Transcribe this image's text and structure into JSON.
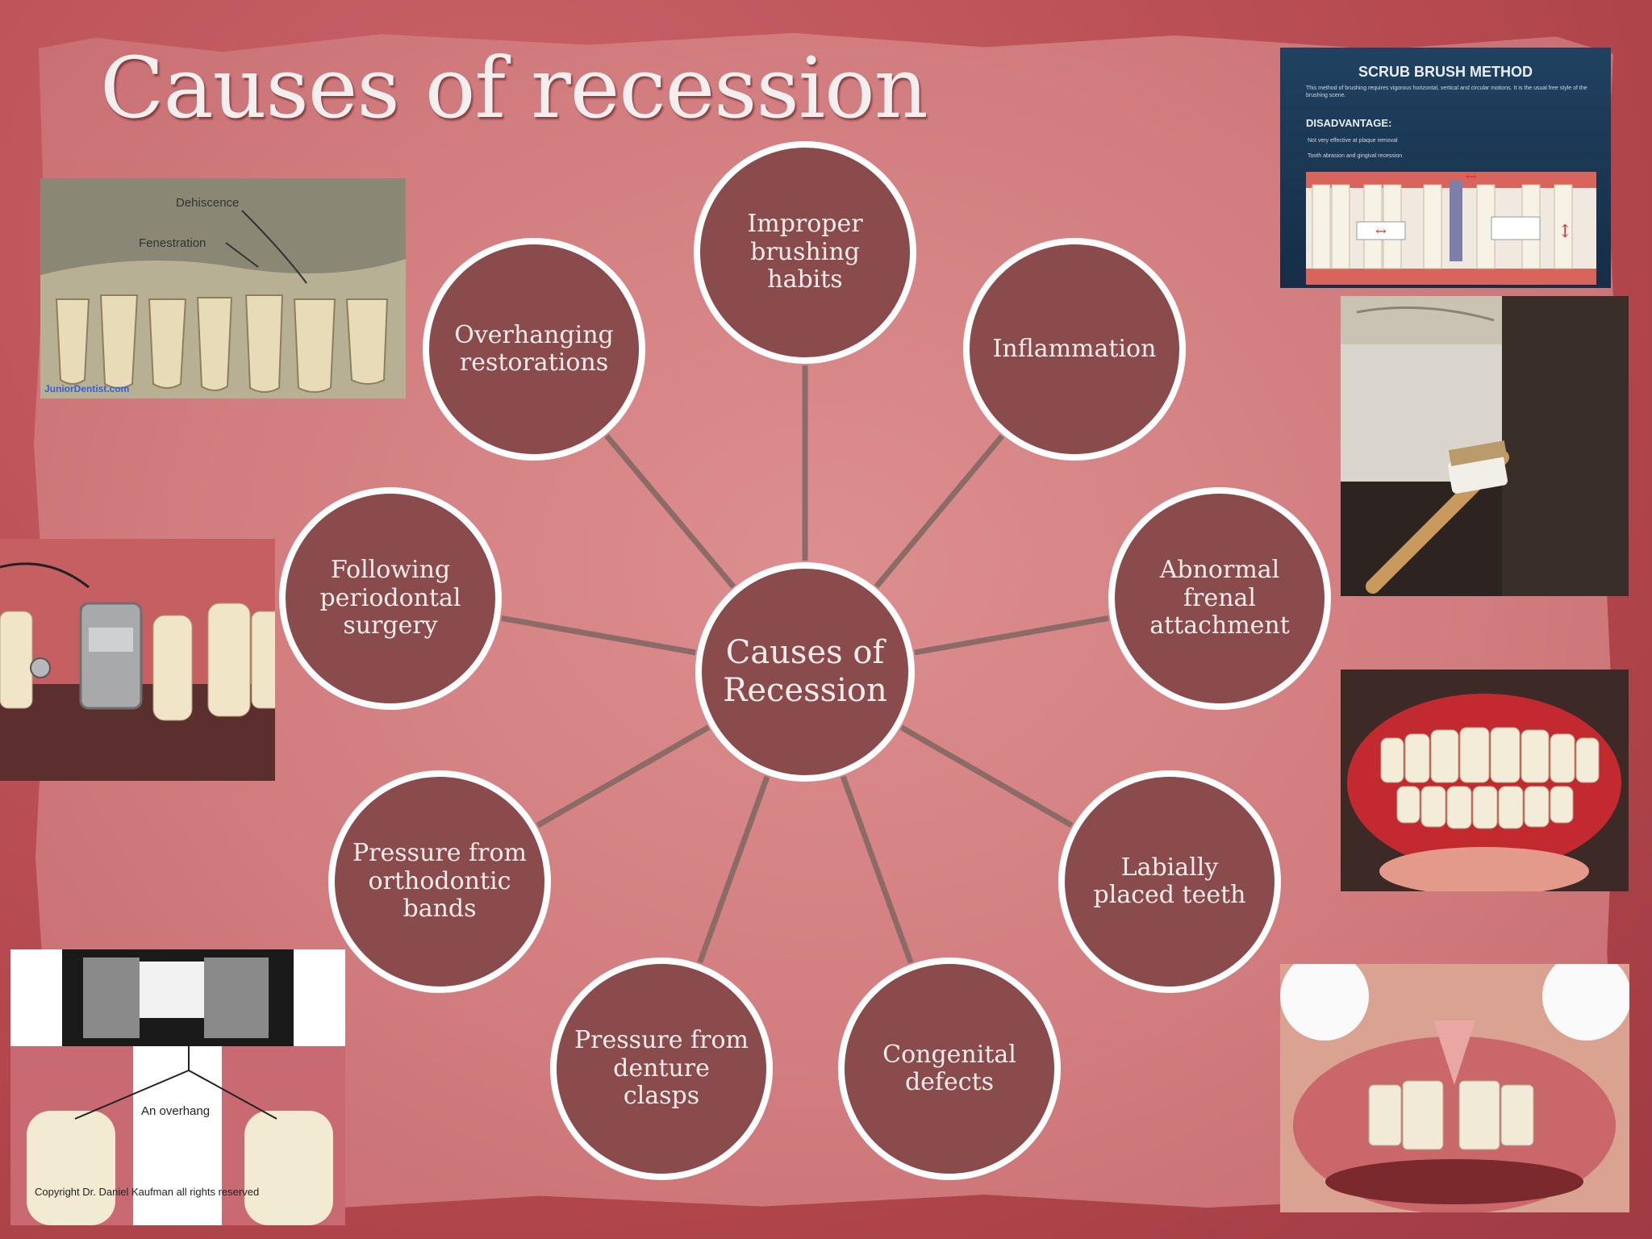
{
  "slide": {
    "title": "Causes of recession"
  },
  "diagram": {
    "center": "Causes of\nRecession",
    "nodes": [
      "Improper\nbrushing\nhabits",
      "Inflammation",
      "Abnormal\nfrenal\nattachment",
      "Labially\nplaced teeth",
      "Congenital\ndefects",
      "Pressure from\ndenture\nclasps",
      "Pressure from\northodontic\nbands",
      "Following\nperiodontal\nsurgery",
      "Overhanging\nrestorations"
    ],
    "colors": {
      "node_fill": "#8a4b4c",
      "node_border": "#ffffff",
      "connector": "#8c6a66"
    }
  },
  "photos": {
    "dehiscence": {
      "label_dehiscence": "Dehiscence",
      "label_fenestration": "Fenestration",
      "watermark": "JuniorDentist.com"
    },
    "scrub_brush": {
      "title": "SCRUB BRUSH METHOD",
      "body": "This method of brushing requires vigorous horizontal, vertical and circular motions. It is the usual free style of the brushing scene.",
      "disadvantage_heading": "DISADVANTAGE:",
      "bullets": [
        "Not very effective at plaque removal",
        "Tooth abrasion and gingival recession"
      ]
    },
    "overhang": {
      "label": "An overhang",
      "copyright": "Copyright Dr. Daniel Kaufman all rights reserved"
    }
  }
}
